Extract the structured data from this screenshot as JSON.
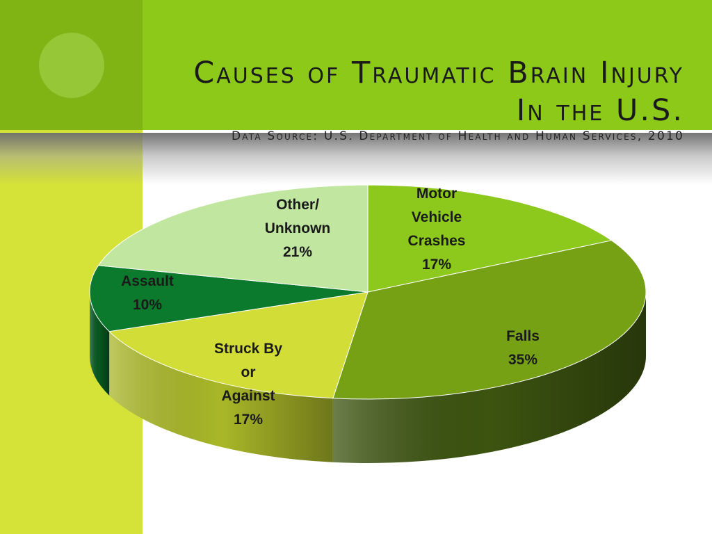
{
  "slide": {
    "title": "Causes of Traumatic Brain Injury In the U.S.",
    "subtitle": "Data Source: U.S. Department of Health and Human Services, 2010"
  },
  "colors": {
    "header_band": "#8cc919",
    "left_column": "#d5e237",
    "top_left_block": "#7fb414",
    "circle": "#96c737"
  },
  "chart_data": {
    "type": "pie",
    "style": "3d",
    "legend": "none",
    "slices": [
      {
        "label_lines": [
          "Motor",
          "Vehicle",
          "Crashes",
          "17%"
        ],
        "value": 17,
        "color": "#8cc91c",
        "side_color": "#5d8812"
      },
      {
        "label_lines": [
          "Falls",
          "35%"
        ],
        "value": 35,
        "color": "#76a114",
        "side_color": "#3c5410"
      },
      {
        "label_lines": [
          "Struck By",
          "or",
          "Against",
          "17%"
        ],
        "value": 17,
        "color": "#d2dd38",
        "side_color": "#a9b728"
      },
      {
        "label_lines": [
          "Assault",
          "10%"
        ],
        "value": 10,
        "color": "#0b7a2c",
        "side_color": "#07581f"
      },
      {
        "label_lines": [
          "Other/",
          "Unknown",
          "21%"
        ],
        "value": 21,
        "color": "#c1e6a0",
        "side_color": "#8fb070"
      }
    ]
  }
}
